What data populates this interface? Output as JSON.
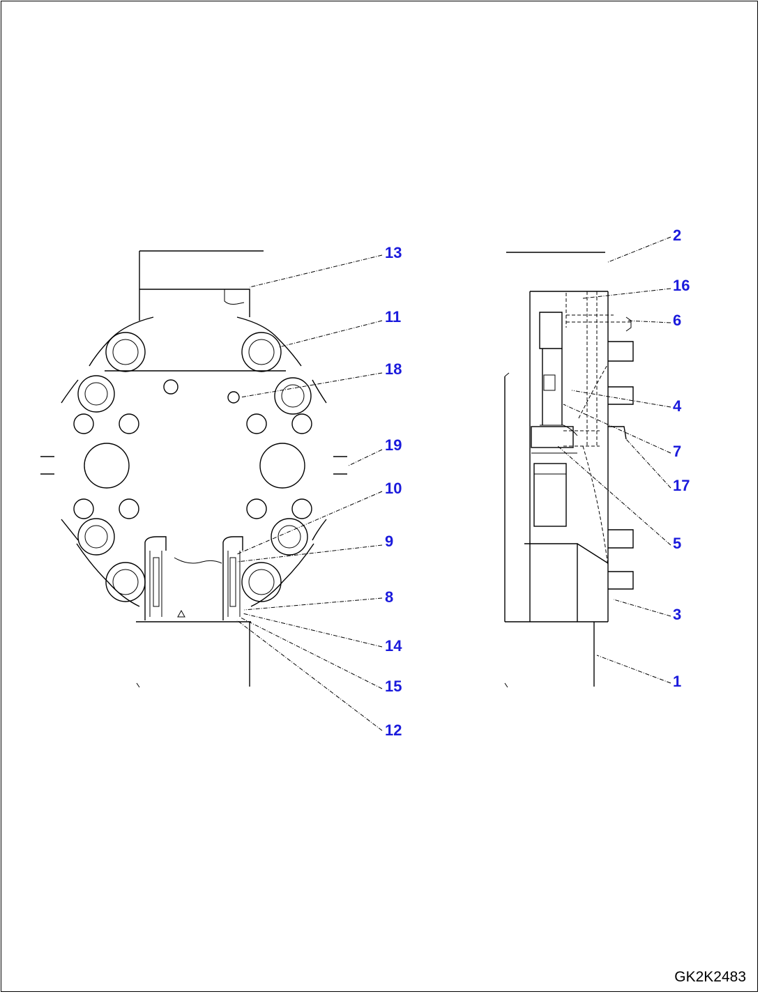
{
  "drawing_code": "GK2K2483",
  "callout_color": "#1a1adc",
  "callouts": [
    {
      "id": "c13",
      "label": "13"
    },
    {
      "id": "c11",
      "label": "11"
    },
    {
      "id": "c18",
      "label": "18"
    },
    {
      "id": "c19",
      "label": "19"
    },
    {
      "id": "c10",
      "label": "10"
    },
    {
      "id": "c9",
      "label": "9"
    },
    {
      "id": "c8",
      "label": "8"
    },
    {
      "id": "c14",
      "label": "14"
    },
    {
      "id": "c15",
      "label": "15"
    },
    {
      "id": "c12",
      "label": "12"
    },
    {
      "id": "c2",
      "label": "2"
    },
    {
      "id": "c16",
      "label": "16"
    },
    {
      "id": "c6",
      "label": "6"
    },
    {
      "id": "c4",
      "label": "4"
    },
    {
      "id": "c7",
      "label": "7"
    },
    {
      "id": "c17",
      "label": "17"
    },
    {
      "id": "c5",
      "label": "5"
    },
    {
      "id": "c3",
      "label": "3"
    },
    {
      "id": "c1",
      "label": "1"
    }
  ]
}
